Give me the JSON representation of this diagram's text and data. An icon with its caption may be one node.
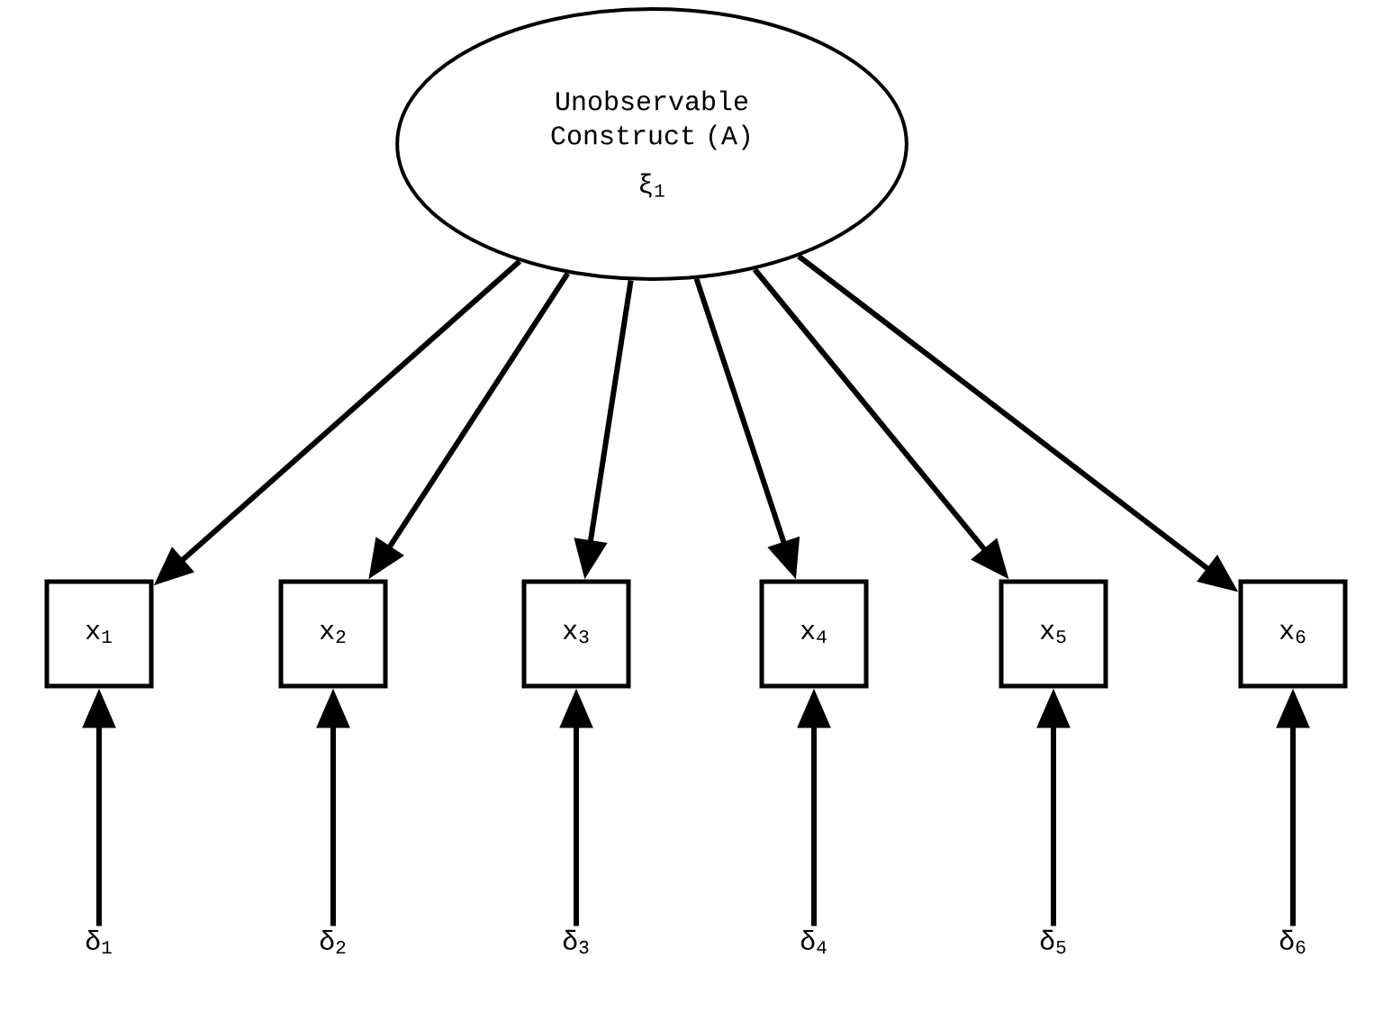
{
  "diagram": {
    "nodes": [
      {
        "text": [
          "Unobservable Construct (A)",
          "ξ$_{1}$"
        ]
      },
      {
        "text": [
          "x$_{1}$"
        ]
      },
      {
        "text": [
          "x$_{2}$"
        ]
      },
      {
        "text": [
          "x$_{3}$"
        ]
      },
      {
        "text": [
          "x$_{4}$"
        ]
      },
      {
        "text": [
          "x$_{5}$"
        ]
      },
      {
        "text": [
          "x$_{6}$"
        ]
      },
      {
        "text": [
          "δ$_{1}$"
        ]
      },
      {
        "text": [
          "δ$_{2}$"
        ]
      },
      {
        "text": [
          "δ$_{3}$"
        ]
      },
      {
        "text": [
          "δ$_{4}$"
        ]
      },
      {
        "text": [
          "δ$_{5}$"
        ]
      },
      {
        "text": [
          "δ$_{6}$"
        ]
      }
    ],
    "edges": [
      {
        "from": 0,
        "to": 1,
        "arrow": "to"
      },
      {
        "from": 0,
        "to": 2,
        "arrow": "to"
      },
      {
        "from": 0,
        "to": 3,
        "arrow": "to"
      },
      {
        "from": 0,
        "to": 4,
        "arrow": "to"
      },
      {
        "from": 0,
        "to": 5,
        "arrow": "to"
      },
      {
        "from": 0,
        "to": 6,
        "arrow": "to"
      },
      {
        "from": 7,
        "to": 1,
        "arrow": "to"
      },
      {
        "from": 8,
        "to": 2,
        "arrow": "to"
      },
      {
        "from": 9,
        "to": 3,
        "arrow": "to"
      },
      {
        "from": 10,
        "to": 4,
        "arrow": "to"
      },
      {
        "from": 11,
        "to": 5,
        "arrow": "to"
      },
      {
        "from": 12,
        "to": 6,
        "arrow": "to"
      }
    ]
  }
}
